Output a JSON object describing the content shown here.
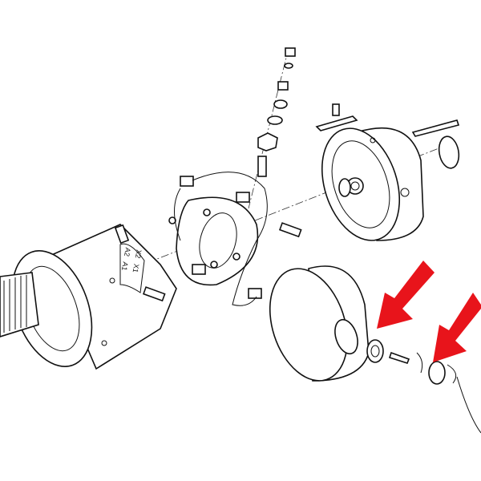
{
  "diagram": {
    "terminal_labels": [
      "X2",
      "X1",
      "A2",
      "A1"
    ],
    "arrow_color": "#e8141b",
    "line_color": "#111111",
    "background": "#ffffff"
  }
}
